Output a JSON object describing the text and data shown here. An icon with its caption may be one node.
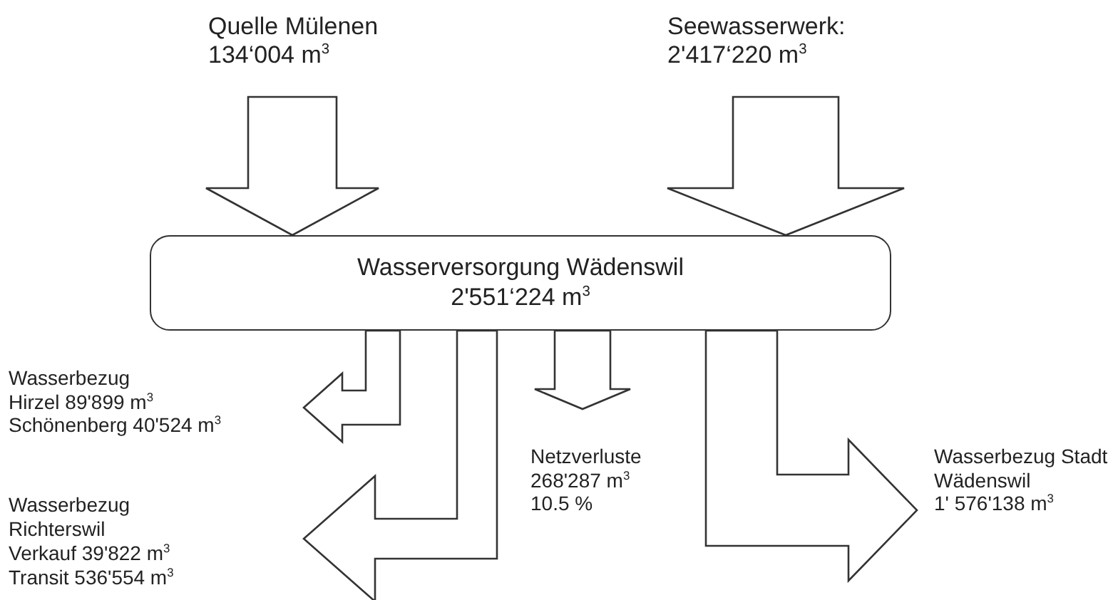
{
  "diagram": {
    "nodes": [
      {
        "text": [
          "Quelle Mülenen",
          "134‘004 m$^{3}$"
        ]
      },
      {
        "text": [
          "Seewasserwerk:",
          "2'417‘220 m$^{3}$"
        ]
      },
      {
        "text": [
          "Wasserversorgung Wädenswil",
          "2'551‘224 m$^{3}$"
        ]
      },
      {
        "text": [
          "Wasserbezug",
          "Hirzel 89'899 m$^{3}$",
          "Schönenberg 40'524 m$^{3}$"
        ]
      },
      {
        "text": [
          "Wasserbezug Richterswil",
          "Verkauf 39'822 m$^{3}$",
          "Transit 536'554 m$^{3}$"
        ]
      },
      {
        "text": [
          "Netzverluste",
          "268'287 m$^{3}$",
          "10.5 %"
        ]
      },
      {
        "text": [
          "Wasserbezug Stadt Wädenswil",
          "1' 576'138 m$^{3}$"
        ]
      }
    ],
    "edges": [
      {
        "from": 0,
        "to": 2,
        "arrow": "to",
        "style": "thick"
      },
      {
        "from": 1,
        "to": 2,
        "arrow": "to",
        "style": "thick"
      },
      {
        "from": 2,
        "to": 3,
        "arrow": "to",
        "style": "thick"
      },
      {
        "from": 2,
        "to": 4,
        "arrow": "to",
        "style": "thick"
      },
      {
        "from": 2,
        "to": 5,
        "arrow": "to",
        "style": "thick"
      },
      {
        "from": 2,
        "to": 6,
        "arrow": "to",
        "style": "thick"
      }
    ]
  }
}
